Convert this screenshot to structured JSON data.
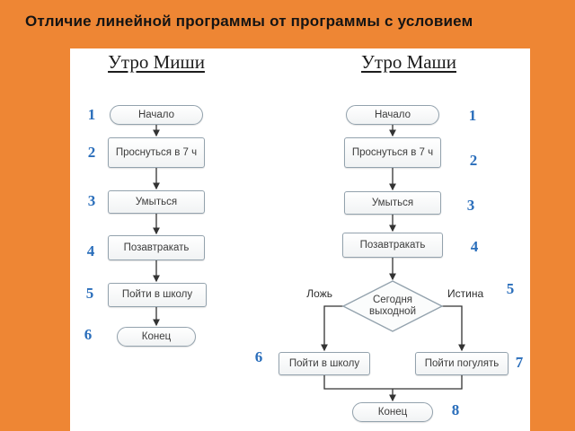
{
  "slide": {
    "title": "Отличие линейной программы от программы с условием",
    "colors": {
      "background": "#EE8634",
      "panel": "#FFFFFF",
      "step_number": "#2A6EBB",
      "box_border": "#93A2AD",
      "connector": "#333333"
    }
  },
  "left_chart": {
    "header": "Утро Миши",
    "type": "linear",
    "nodes": [
      {
        "num": "1",
        "label": "Начало",
        "shape": "terminator"
      },
      {
        "num": "2",
        "label": "Проснуться в 7 ч",
        "shape": "process"
      },
      {
        "num": "3",
        "label": "Умыться",
        "shape": "process"
      },
      {
        "num": "4",
        "label": "Позавтракать",
        "shape": "process"
      },
      {
        "num": "5",
        "label": "Пойти в школу",
        "shape": "process"
      },
      {
        "num": "6",
        "label": "Конец",
        "shape": "terminator"
      }
    ]
  },
  "right_chart": {
    "header": "Утро Маши",
    "type": "conditional",
    "nodes": [
      {
        "num": "1",
        "label": "Начало",
        "shape": "terminator"
      },
      {
        "num": "2",
        "label": "Проснуться в 7 ч",
        "shape": "process"
      },
      {
        "num": "3",
        "label": "Умыться",
        "shape": "process"
      },
      {
        "num": "4",
        "label": "Позавтракать",
        "shape": "process"
      }
    ],
    "decision": {
      "num": "5",
      "label": "Сегодня выходной",
      "false_label": "Ложь",
      "true_label": "Истина"
    },
    "false_branch": {
      "num": "6",
      "label": "Пойти в школу",
      "shape": "process"
    },
    "true_branch": {
      "num": "7",
      "label": "Пойти погулять",
      "shape": "process"
    },
    "end": {
      "num": "8",
      "label": "Конец",
      "shape": "terminator"
    }
  }
}
